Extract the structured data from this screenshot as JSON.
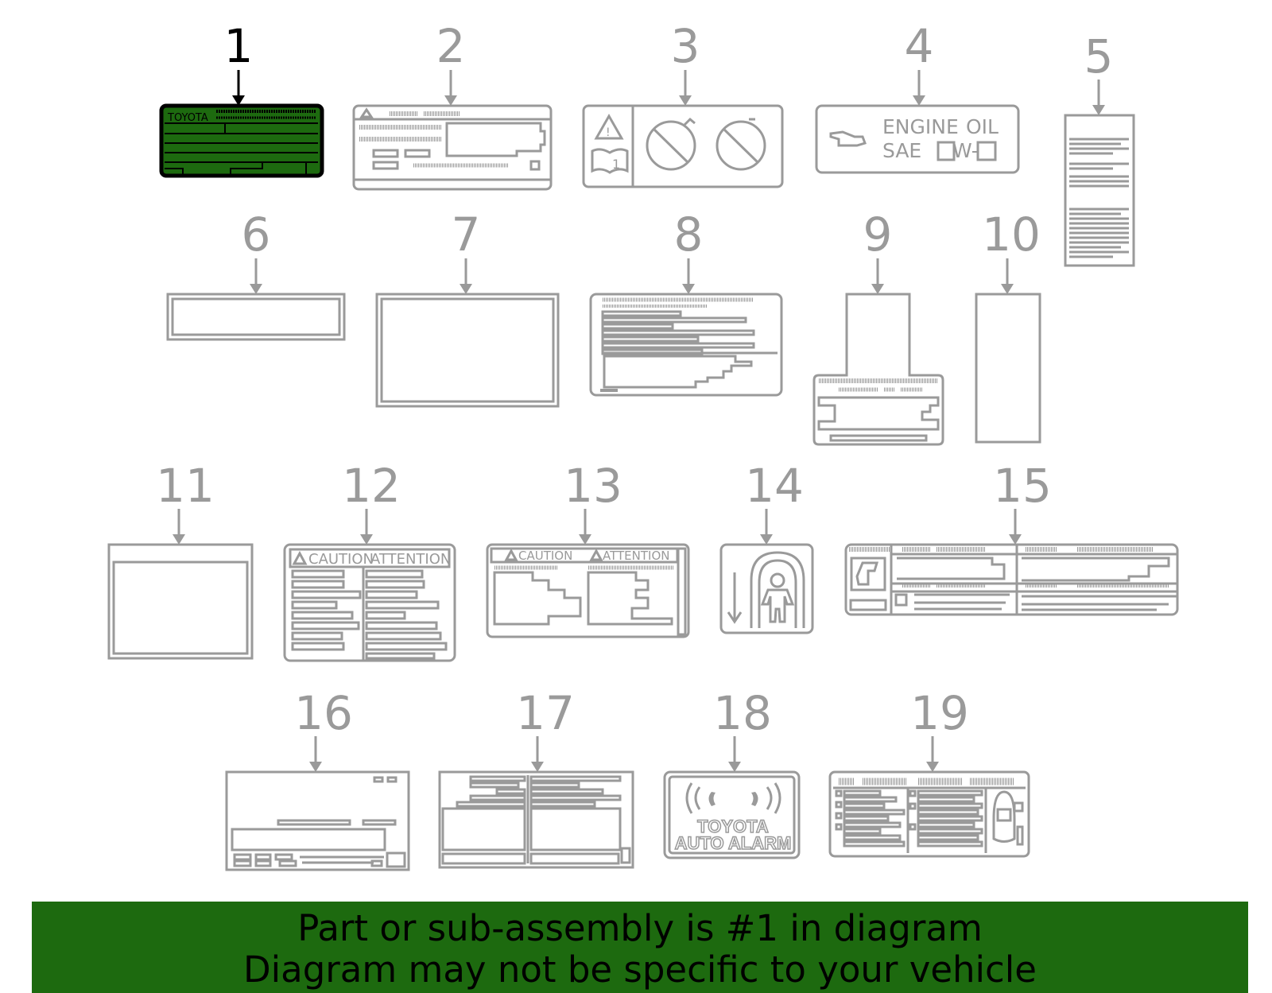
{
  "callouts": [
    "1",
    "2",
    "3",
    "4",
    "5",
    "6",
    "7",
    "8",
    "9",
    "10",
    "11",
    "12",
    "13",
    "14",
    "15",
    "16",
    "17",
    "18",
    "19"
  ],
  "highlighted_part": "1",
  "label_text": {
    "toyota": "TOYOTA",
    "engine": "ENGINE",
    "oil": "OIL",
    "sae": "SAE",
    "w": "W-",
    "caution": "CAUTION",
    "attention": "ATTENTION",
    "alarm_line1": "TOYOTA",
    "alarm_line2": "AUTO ALARM",
    "one": "1"
  },
  "colors": {
    "highlight": "#1d6a0f",
    "outline": "#9a9a9a",
    "callout_active": "#000000"
  },
  "banner": {
    "line1": "Part or sub-assembly is #1 in diagram",
    "line2": "Diagram may not be specific to your vehicle"
  }
}
